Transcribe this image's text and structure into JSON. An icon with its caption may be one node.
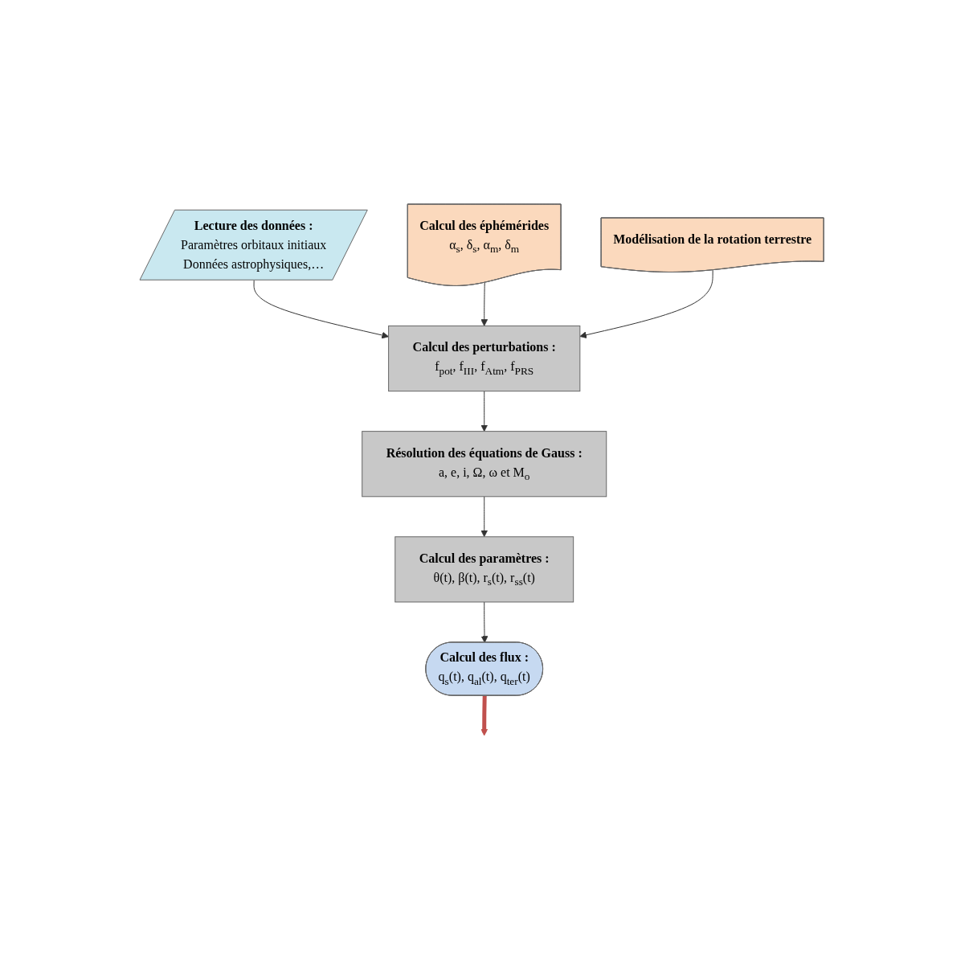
{
  "diagram": {
    "nodes": [
      {
        "text": [
          "Lecture des données :",
          "Paramètres orbitaux initiaux",
          "Données astrophysiques,…"
        ]
      },
      {
        "text": [
          "Calcul des éphémérides",
          "α$_{s}$, δ$_{s}$, α$_{m}$, δ$_{m}$"
        ]
      },
      {
        "text": [
          "Modélisation de la rotation terrestre"
        ]
      },
      {
        "text": [
          "Calcul des perturbations :",
          "f$_{pot}$, f$_{III}$, f$_{Atm}$, f$_{PRS}$"
        ]
      },
      {
        "text": [
          "Résolution des équations de Gauss :",
          "a, e, i, Ω, ω et M$_{o}$"
        ]
      },
      {
        "text": [
          "Calcul  des paramètres :",
          "θ(t), β(t), r$_{s}$(t), r$_{ss}$(t)"
        ]
      },
      {
        "text": [
          "Calcul  des flux :",
          "q$_{s}$(t), q$_{al}$(t), q$_{ter}$(t)"
        ]
      }
    ],
    "edges": [
      {
        "from": 0,
        "to": 3,
        "arrow": "to"
      },
      {
        "from": 1,
        "to": 3,
        "arrow": "to"
      },
      {
        "from": 2,
        "to": 3,
        "arrow": "to"
      },
      {
        "from": 3,
        "to": 4,
        "arrow": "to"
      },
      {
        "from": 4,
        "to": 5,
        "arrow": "to"
      },
      {
        "from": 5,
        "to": 6,
        "arrow": "to"
      },
      {
        "from": 6,
        "to": null,
        "arrow": "to",
        "style": "thick",
        "color": "#c0504d"
      }
    ]
  }
}
